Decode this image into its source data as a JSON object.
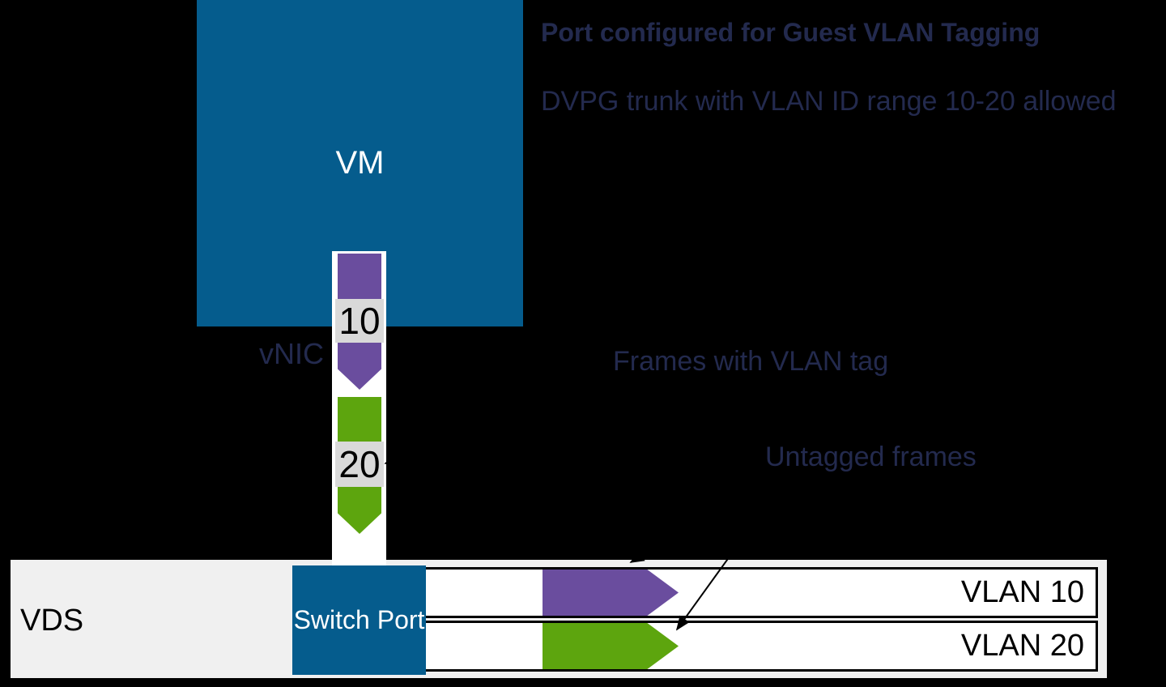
{
  "colors": {
    "background": "#000000",
    "teal": "#055C8D",
    "purple": "#6A4D9E",
    "green": "#5DA50E",
    "tag_gray": "#D9D9D9",
    "vds_gray": "#F0F0F0",
    "lane_white": "#FFFFFF",
    "navy_text": "#232A4E",
    "line_black": "#000000"
  },
  "header": {
    "title": "Port configured for Guest VLAN Tagging",
    "subtitle": "DVPG trunk with VLAN ID range 10-20 allowed"
  },
  "vm": {
    "label": "VM"
  },
  "vnic": {
    "label": "vNIC"
  },
  "channel": {
    "tags": [
      {
        "vlan_id": "10",
        "color": "purple"
      },
      {
        "vlan_id": "20",
        "color": "green"
      }
    ]
  },
  "annotations": {
    "tagged_frames": "Frames with VLAN tag",
    "untagged_frames": "Untagged frames"
  },
  "vds": {
    "label": "VDS",
    "switch_port_label": "Switch Port",
    "lanes": [
      {
        "label": "VLAN 10",
        "frame_color": "purple"
      },
      {
        "label": "VLAN 20",
        "frame_color": "green"
      }
    ]
  }
}
